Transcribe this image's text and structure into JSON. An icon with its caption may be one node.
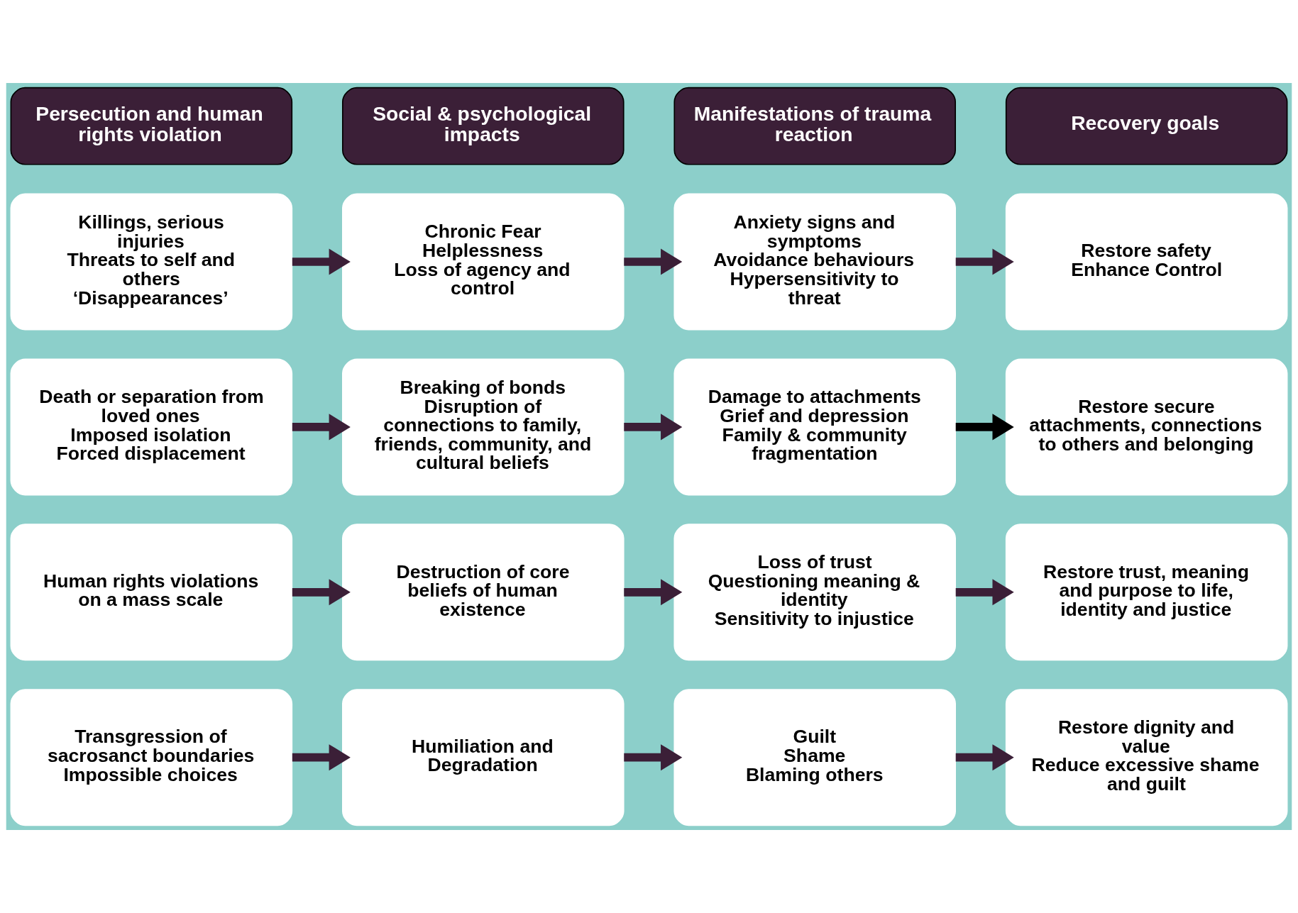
{
  "diagram": {
    "nodes": [
      {
        "text": [
          "Persecution and human rights violation"
        ]
      },
      {
        "text": [
          "Social & psychological impacts"
        ]
      },
      {
        "text": [
          "Manifestations of trauma reaction"
        ]
      },
      {
        "text": [
          "Recovery goals"
        ]
      },
      {
        "text": [
          "Killings, serious injuries",
          "Threats to self and others",
          "‘Disappearances’"
        ]
      },
      {
        "text": [
          "Chronic Fear",
          "Helplessness",
          "Loss of agency and control"
        ]
      },
      {
        "text": [
          "Anxiety signs and symptoms",
          "Avoidance behaviours",
          "Hypersensitivity to threat"
        ]
      },
      {
        "text": [
          "Restore safety",
          "Enhance Control"
        ]
      },
      {
        "text": [
          "Death or separation from loved ones",
          "Imposed isolation",
          "Forced displacement"
        ]
      },
      {
        "text": [
          "Breaking of bonds",
          "Disruption of connections to family, friends, community, and cultural beliefs"
        ]
      },
      {
        "text": [
          "Damage to attachments",
          "Grief and depression",
          "Family & community fragmentation"
        ]
      },
      {
        "text": [
          "Restore secure attachments, connections to others and belonging"
        ]
      },
      {
        "text": [
          "Human rights violations on a mass scale"
        ]
      },
      {
        "text": [
          "Destruction of core beliefs of human existence"
        ]
      },
      {
        "text": [
          "Loss of trust",
          "Questioning meaning & identity",
          "Sensitivity to injustice"
        ]
      },
      {
        "text": [
          "Restore trust, meaning and purpose to life, identity and justice"
        ]
      },
      {
        "text": [
          "Transgression of sacrosanct boundaries",
          "Impossible choices"
        ]
      },
      {
        "text": [
          "Humiliation and",
          "Degradation"
        ]
      },
      {
        "text": [
          "Guilt",
          "Shame",
          "Blaming others"
        ]
      },
      {
        "text": [
          "Restore dignity and value",
          "Reduce excessive shame and guilt"
        ]
      }
    ],
    "edges": [
      {
        "from": 4,
        "to": 5,
        "arrow": "to"
      },
      {
        "from": 5,
        "to": 6,
        "arrow": "to"
      },
      {
        "from": 6,
        "to": 7,
        "arrow": "to"
      },
      {
        "from": 8,
        "to": 9,
        "arrow": "to"
      },
      {
        "from": 9,
        "to": 10,
        "arrow": "to"
      },
      {
        "from": 10,
        "to": 11,
        "arrow": "to",
        "color": "#000000"
      },
      {
        "from": 12,
        "to": 13,
        "arrow": "to"
      },
      {
        "from": 13,
        "to": 14,
        "arrow": "to"
      },
      {
        "from": 14,
        "to": 15,
        "arrow": "to"
      },
      {
        "from": 16,
        "to": 17,
        "arrow": "to"
      },
      {
        "from": 17,
        "to": 18,
        "arrow": "to"
      },
      {
        "from": 18,
        "to": 19,
        "arrow": "to"
      }
    ]
  }
}
